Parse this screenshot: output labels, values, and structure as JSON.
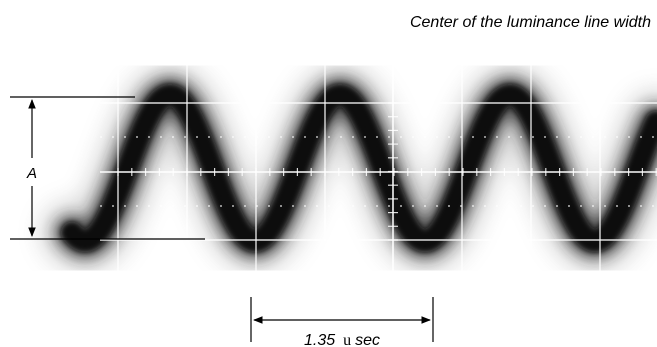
{
  "title": "Center of the luminance line width",
  "amplitude_label": "A",
  "period": {
    "value": "1.35",
    "unit_prefix": "u",
    "unit": "sec"
  },
  "colors": {
    "background": "#ffffff",
    "trace": "#111111",
    "graticule": "#ffffff",
    "annotation": "#000000"
  }
}
